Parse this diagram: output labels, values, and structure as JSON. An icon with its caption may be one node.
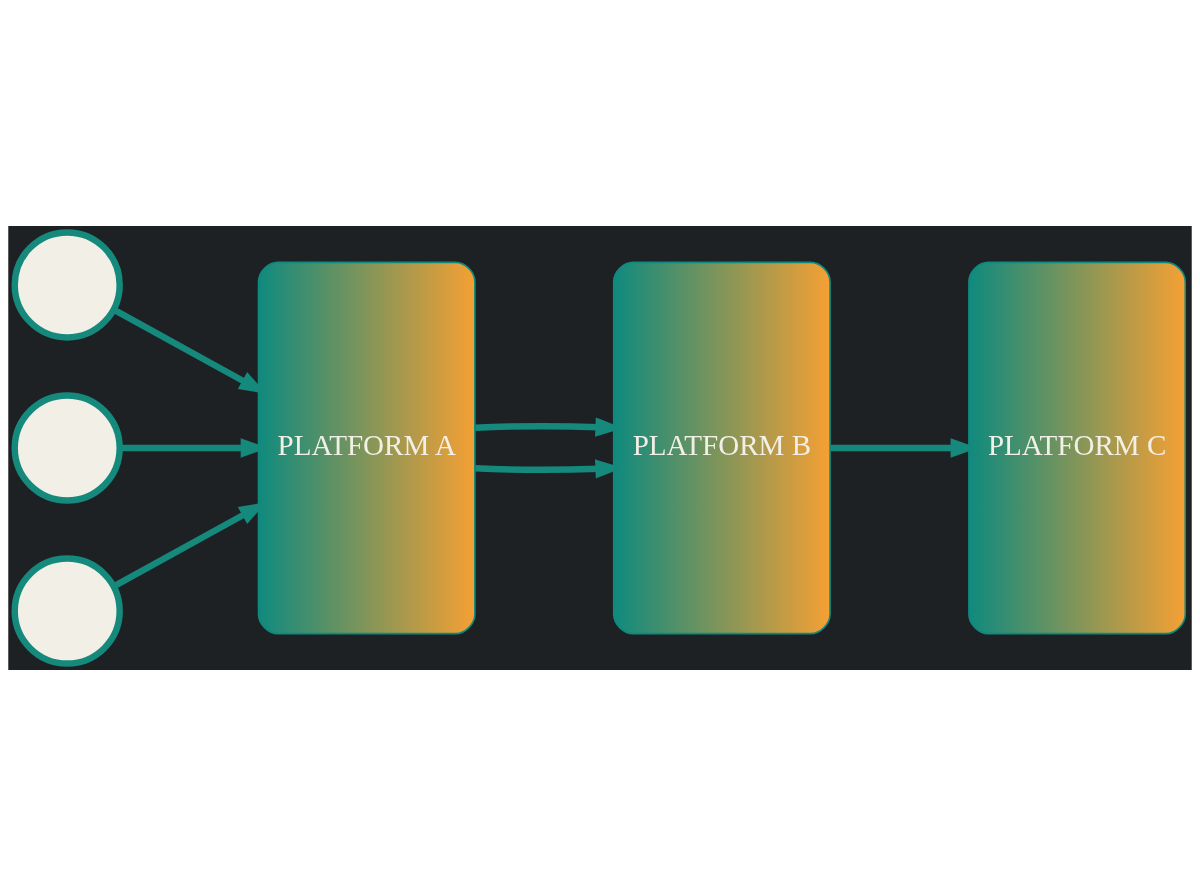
{
  "diagram": {
    "nodes": [
      {
        "text": [],
        "shape": "person"
      },
      {
        "text": [],
        "shape": "person"
      },
      {
        "text": [],
        "shape": "person"
      },
      {
        "text": [
          "PLATFORM A"
        ]
      },
      {
        "text": [
          "PLATFORM B"
        ]
      },
      {
        "text": [
          "PLATFORM C"
        ]
      }
    ],
    "edges": [
      {
        "from": 0,
        "to": 3,
        "arrow": "to"
      },
      {
        "from": 1,
        "to": 3,
        "arrow": "to"
      },
      {
        "from": 2,
        "to": 3,
        "arrow": "to"
      },
      {
        "from": 3,
        "to": 4,
        "arrow": "to"
      },
      {
        "from": 3,
        "to": 4,
        "arrow": "to"
      },
      {
        "from": 4,
        "to": 5,
        "arrow": "to"
      }
    ]
  }
}
